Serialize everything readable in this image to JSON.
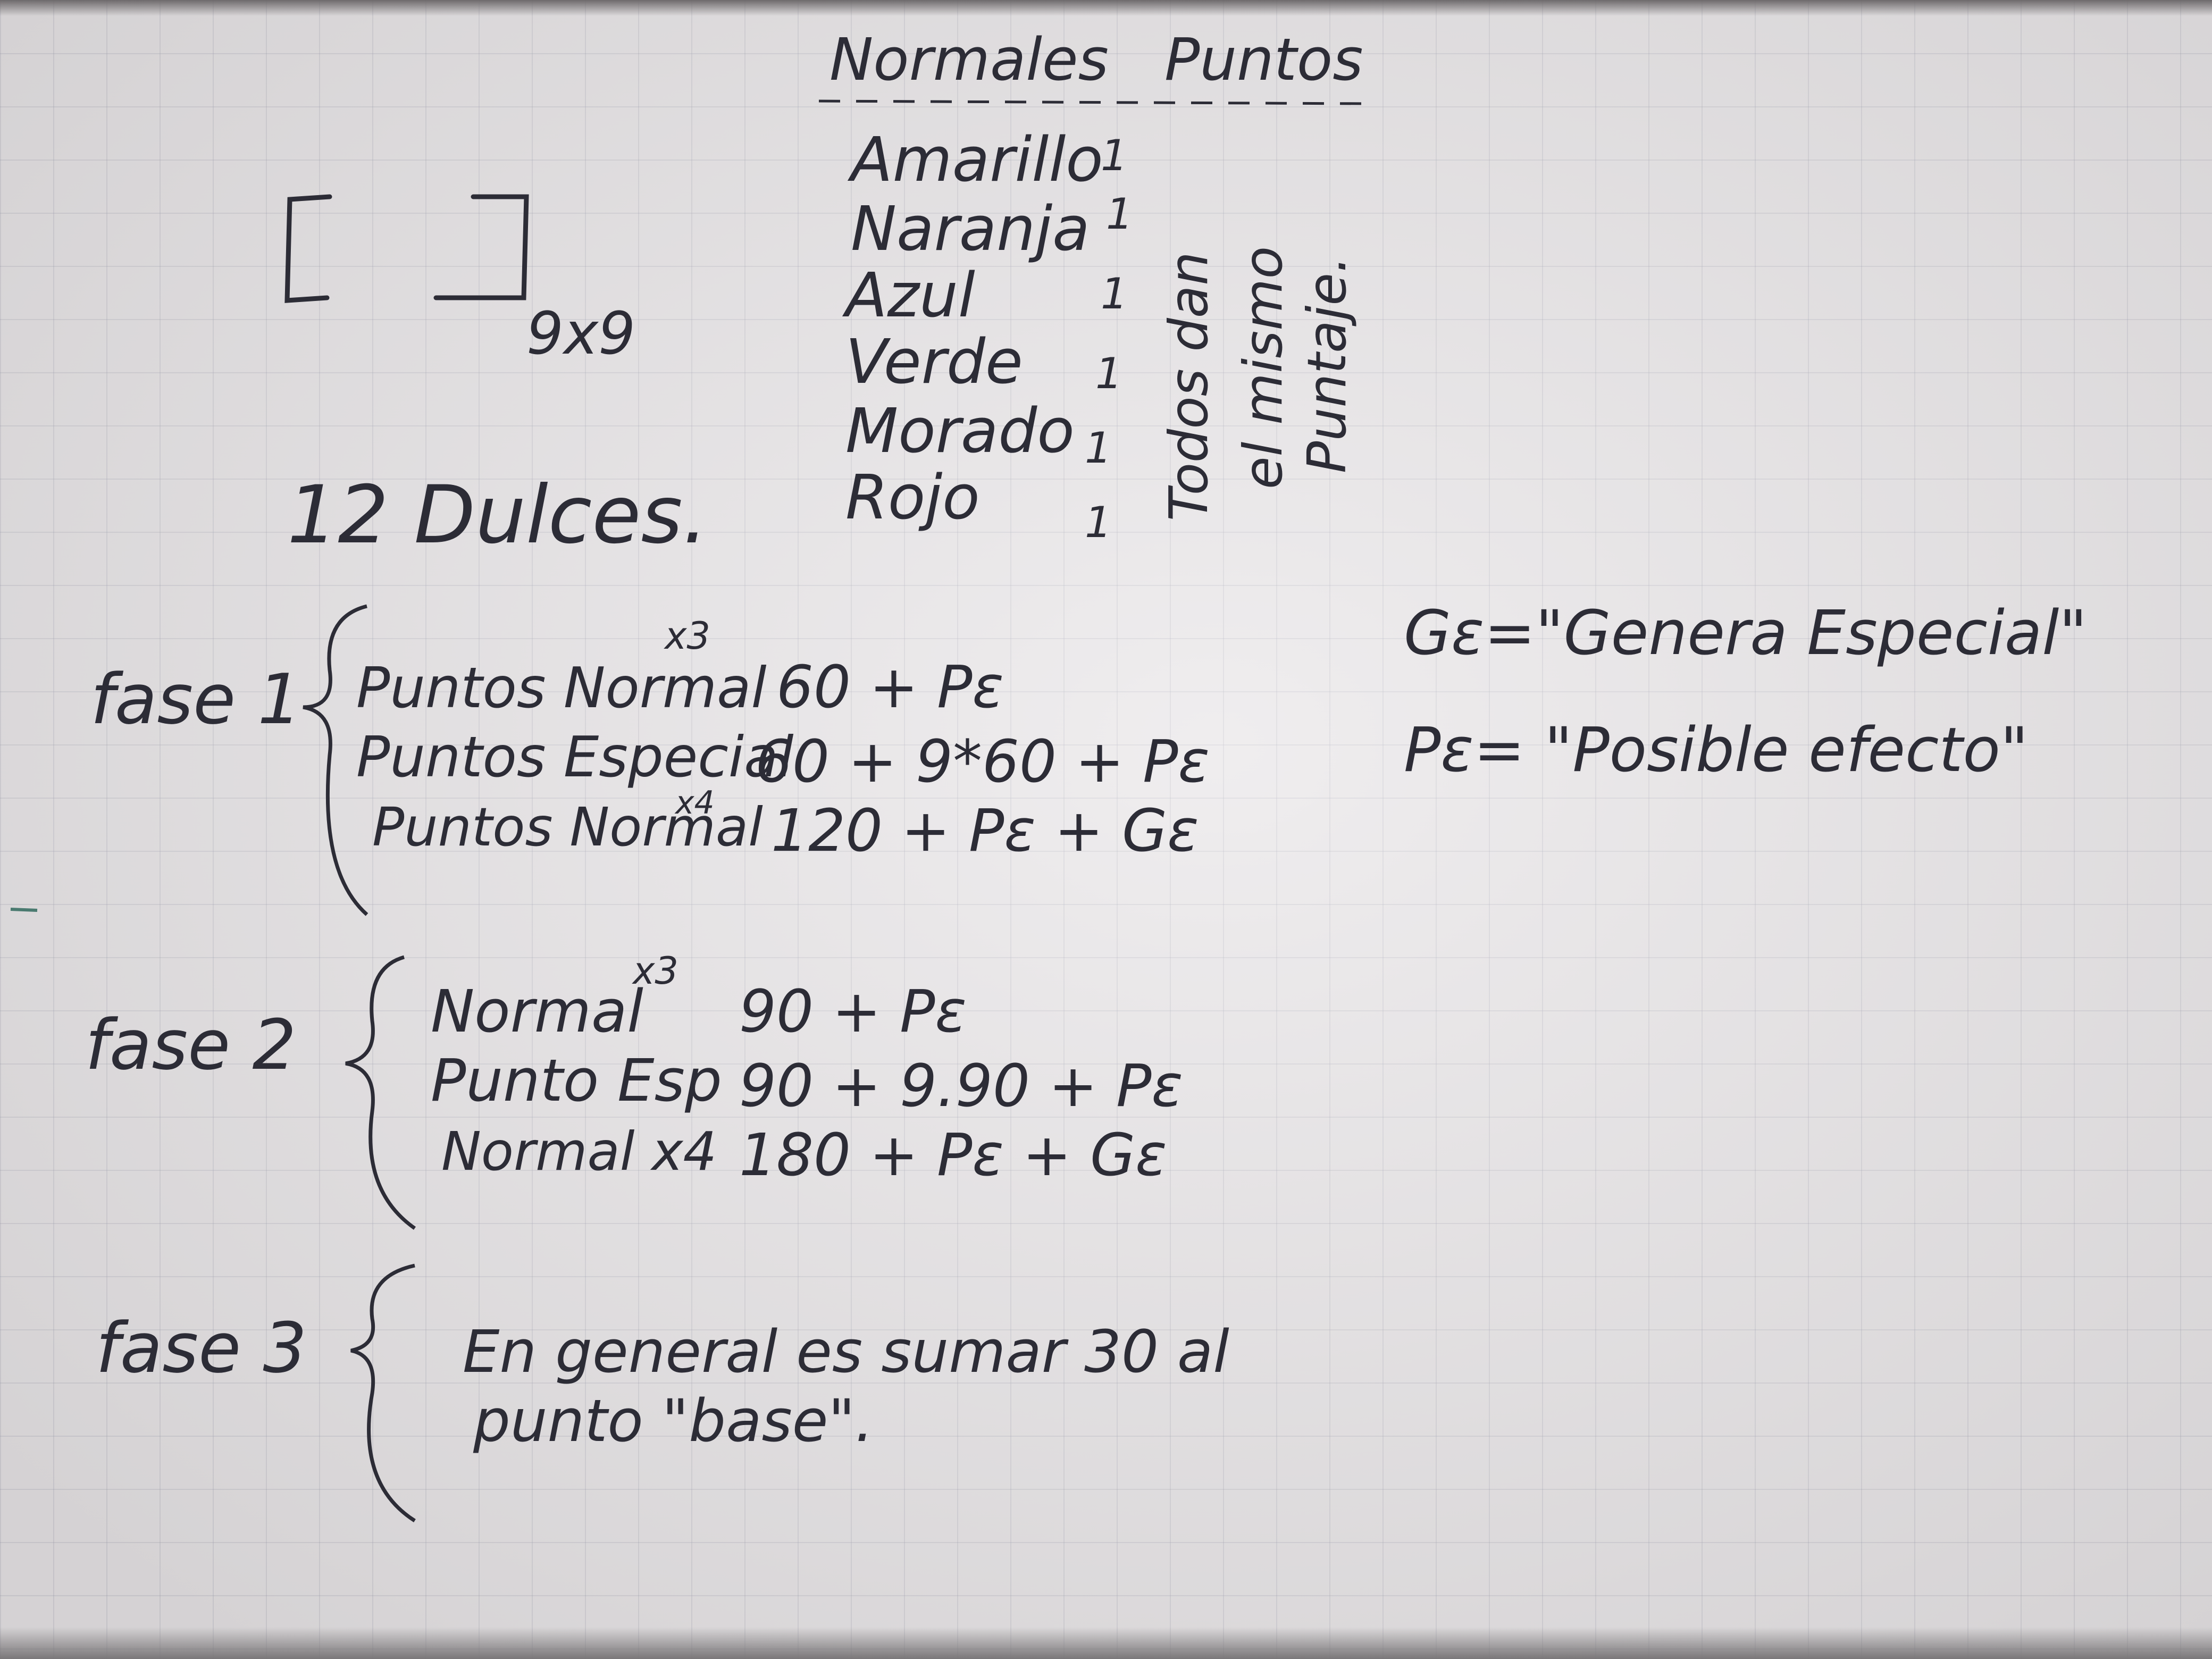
{
  "header": {
    "col1": "Normales",
    "col2": "Puntos"
  },
  "colors": {
    "items": [
      {
        "name": "Amarillo",
        "mark": "1"
      },
      {
        "name": "Naranja",
        "mark": "1"
      },
      {
        "name": "Azul",
        "mark": "1"
      },
      {
        "name": "Verde",
        "mark": "1"
      },
      {
        "name": "Morado",
        "mark": "1"
      },
      {
        "name": "Rojo",
        "mark": "1"
      }
    ],
    "note_line1": "Todos dan",
    "note_line2": "el mismo",
    "note_line3": "Puntaje."
  },
  "grid": {
    "size": "9x9"
  },
  "candies": "12 Dulces.",
  "legend": {
    "ge": "Gε=\"Genera Especial\"",
    "pe": "Pε= \"Posible efecto\""
  },
  "fase1": {
    "label": "fase 1",
    "rows": [
      {
        "name": "Puntos Normal",
        "sup": "x3",
        "formula": "60 + Pε"
      },
      {
        "name": "Puntos Especial",
        "sup": "",
        "formula": "60 + 9*60 + Pε"
      },
      {
        "name": "Puntos Normal",
        "sup": "x4",
        "formula": "120 + Pε + Gε"
      }
    ]
  },
  "fase2": {
    "label": "fase 2",
    "rows": [
      {
        "name": "Normal",
        "sup": "x3",
        "formula": "90 + Pε"
      },
      {
        "name": "Punto Esp",
        "sup": "",
        "formula": "90 + 9.90 + Pε"
      },
      {
        "name": "Normal x4",
        "sup": "",
        "formula": "180 + Pε + Gε"
      }
    ]
  },
  "fase3": {
    "label": "fase 3",
    "line1": "En general es sumar 30 al",
    "line2": "punto \"base\"."
  }
}
